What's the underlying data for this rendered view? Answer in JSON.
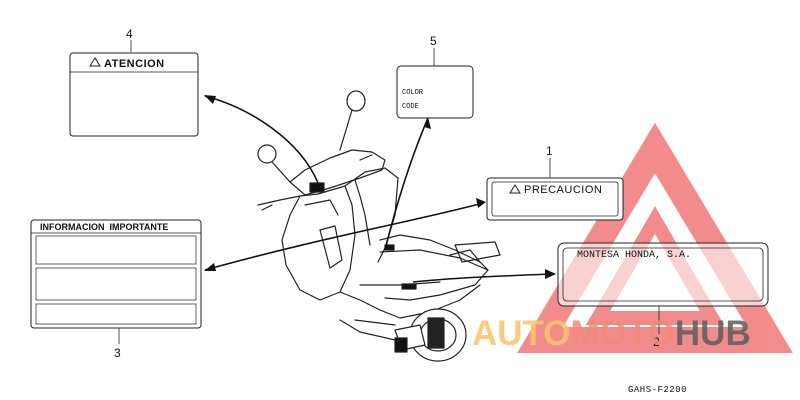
{
  "labels": {
    "atencion": {
      "number": "4",
      "title": "ATENCION"
    },
    "color_code": {
      "number": "5",
      "line1": "COLOR",
      "line2": "CODE"
    },
    "precaucion": {
      "number": "1",
      "title": "PRECAUCION"
    },
    "informacion": {
      "number": "3",
      "title": "INFORMACION  IMPORTANTE"
    },
    "montesa": {
      "number": "2",
      "title": "MONTESA HONDA, S.A."
    }
  },
  "diagram_code": "GAHS-F2200",
  "watermark": {
    "part1": "AUTO",
    "part2": "MOTO",
    "part3": "HUB",
    "colors": {
      "auto": "#f6c66a",
      "moto": "#f08a7a",
      "hub": "#5e5e5e",
      "triangle": "#f07070"
    }
  }
}
